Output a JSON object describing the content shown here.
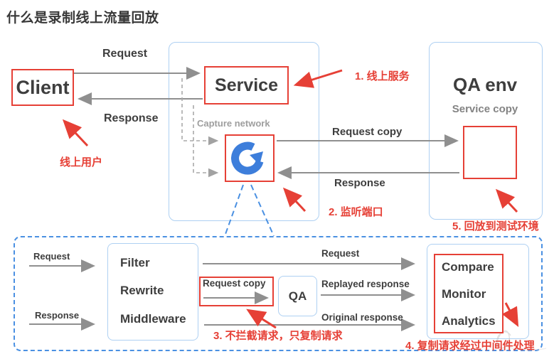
{
  "page": {
    "title": "什么是录制线上流量回放"
  },
  "top": {
    "client_label": "Client",
    "request_label": "Request",
    "response_label": "Response",
    "service_label": "Service",
    "capture_label": "Capture network",
    "logo_icon": "goreplay-icon",
    "request_copy_label": "Request copy",
    "response_mid_label": "Response",
    "qa_env_title": "QA env",
    "qa_env_subtitle": "Service copy"
  },
  "annotations": {
    "online_user": "线上用户",
    "n1": "1. 线上服务",
    "n2": "2. 监听端口",
    "n3": "3. 不拦截请求，只复制请求",
    "n4": "4. 复制请求经过中间件处理",
    "n5": "5. 回放到测试环境"
  },
  "bottom": {
    "request_label": "Request",
    "response_label": "Response",
    "middleware_lines": [
      "Filter",
      "Rewrite",
      "Middleware"
    ],
    "long_request_label": "Request",
    "request_copy_label": "Request copy",
    "qa_label": "QA",
    "replayed_label": "Replayed response",
    "original_label": "Original response",
    "compare_lines": [
      "Compare",
      "Monitor",
      "Analytics"
    ]
  },
  "colors": {
    "red": "#e64036",
    "dashed_blue": "#4a90e2",
    "panel_border": "#aed0f2",
    "arrow_gray": "#8f8f8f",
    "logo_blue": "#3d7edb",
    "text_dark": "#3e3e3e",
    "text_gray": "#9e9e9e"
  }
}
